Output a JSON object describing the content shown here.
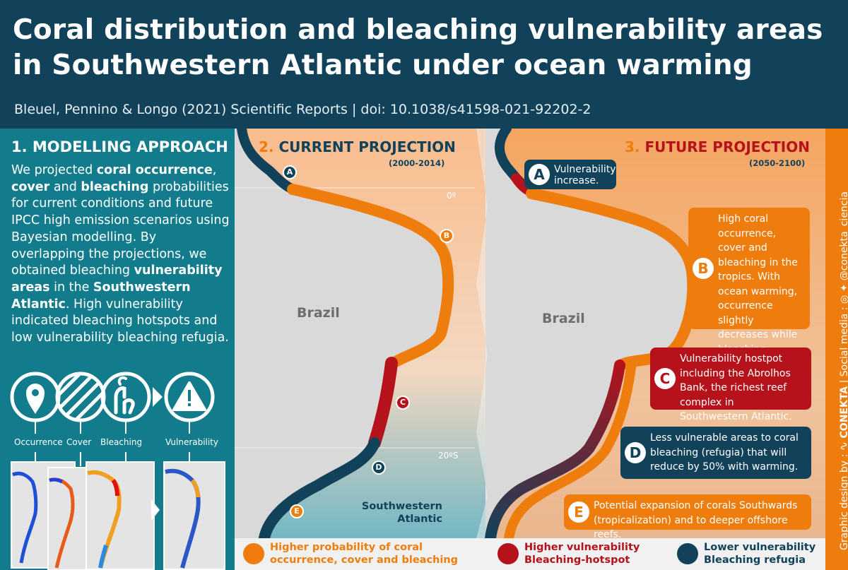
{
  "header": {
    "title_line1": "Coral distribution and bleaching vulnerability areas",
    "title_line2": "in Southwestern Atlantic under ocean warming",
    "citation": "Bleuel, Pennino & Longo (2021) Scientific Reports | doi: 10.1038/s41598-021-92202-2"
  },
  "panel1": {
    "title": "1. MODELLING APPROACH",
    "text_parts": [
      "We projected ",
      "coral occurrence",
      ", ",
      "cover",
      " and ",
      "bleaching",
      " probabilities for current conditions and future IPCC high emission scenarios using Bayesian modelling. By overlapping the projections, we obtained bleaching ",
      "vulnerability areas",
      " in the ",
      "Southwestern Atlantic",
      ". High vulnerability indicated bleaching hotspots and low vulnerability bleaching refugia."
    ],
    "icon_labels": [
      "Occurrence",
      "Cover",
      "Bleaching",
      "Vulnerability"
    ],
    "icons": [
      "location-pin-icon",
      "hatched-circle-icon",
      "coral-icon",
      "warning-icon"
    ]
  },
  "panel2": {
    "title_num": "2.",
    "title": "CURRENT PROJECTION",
    "period": "(2000-2014)",
    "country": "Brazil",
    "ocean_line1": "Southwestern",
    "ocean_line2": "Atlantic",
    "lat_top": "0º",
    "lat_bottom": "20ºS",
    "markers": [
      "A",
      "B",
      "C",
      "D",
      "E"
    ]
  },
  "panel3": {
    "title_num": "3.",
    "title": "FUTURE PROJECTION",
    "period": "(2050-2100)",
    "country": "Brazil",
    "boxes": {
      "A": "Vulnerability increase.",
      "B": "High coral occurrence, cover and bleaching in the tropics. With ocean warming, occurrence slightly decreases while bleaching increases.",
      "C": "Vulnerability hostpot including the Abrolhos Bank, the richest reef complex in Southwestern Atlantic.",
      "D": "Less vulnerable areas to coral bleaching (refugia) that will reduce by 50% with warming.",
      "E": "Potential expansion of corals Southwards (tropicalization) and to deeper offshore reefs."
    }
  },
  "legend": {
    "orange_line1": "Higher probability of coral",
    "orange_line2": "occurrence, cover and bleaching",
    "red_line1": "Higher vulnerability",
    "red_line2": "Bleaching-hotspot",
    "teal_line1": "Lower vulnerability",
    "teal_line2": "Bleaching refugia"
  },
  "sidebar": {
    "prefix": "Graphic design by :",
    "brand": "CONEKTA",
    "social": "Social media :",
    "handle": "@conekta_ciencia"
  },
  "colors": {
    "navy": "#11425a",
    "teal": "#127c8d",
    "orange": "#ee7d0d",
    "red": "#b5121b",
    "land": "#d9d9d9"
  }
}
